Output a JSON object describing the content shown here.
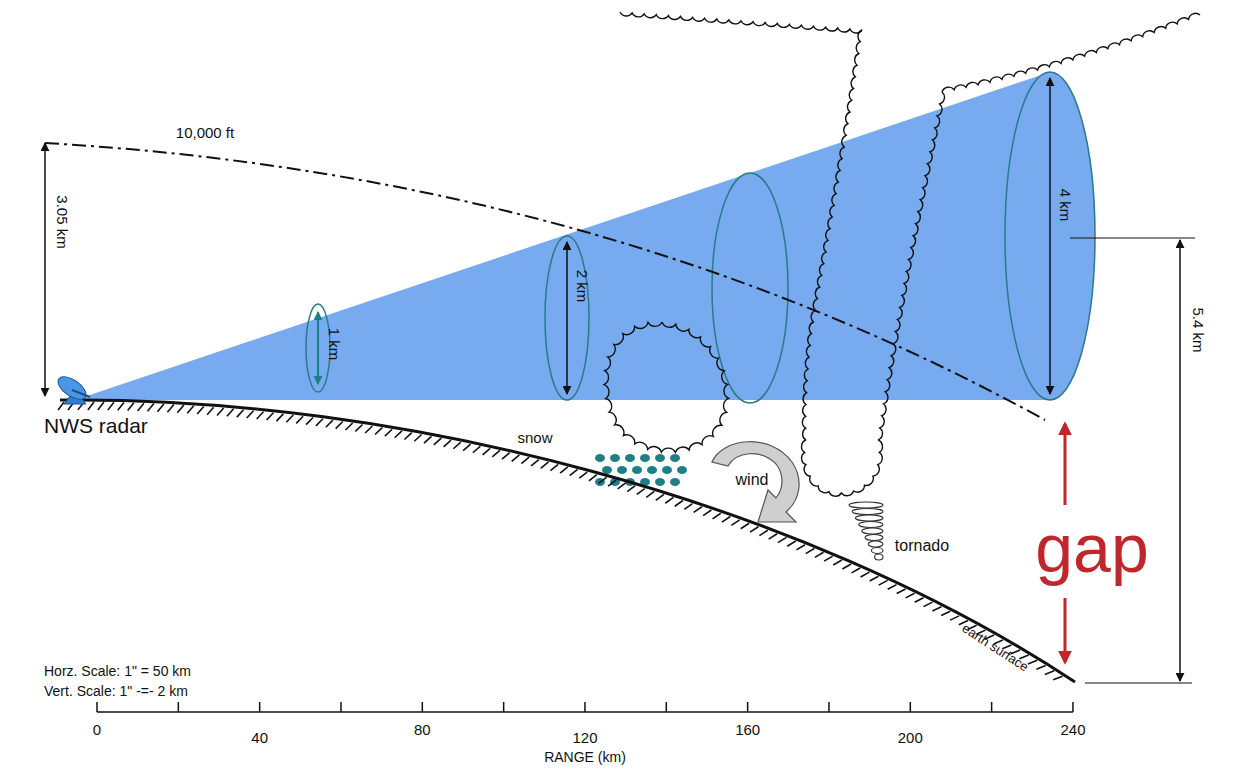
{
  "diagram": {
    "labels": [
      "10,000 ft",
      "3.05 km",
      "1 km",
      "2 km",
      "4 km",
      "snow",
      "wind",
      "tornado",
      "NWS radar",
      "gap",
      "5.4 km",
      "earth surface",
      "Horz. Scale: 1\" = 50 km",
      "Vert. Scale: 1\" -=- 2 km",
      "0",
      "40",
      "80",
      "120",
      "160",
      "200",
      "240",
      "RANGE (km)"
    ]
  }
}
